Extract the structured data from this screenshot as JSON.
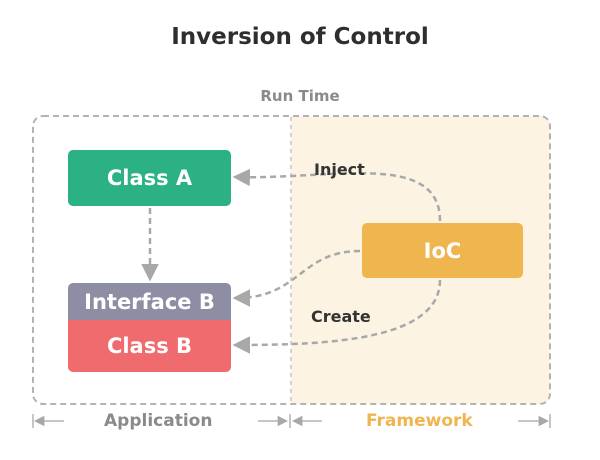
{
  "title": "Inversion of Control",
  "region_label": "Run Time",
  "nodes": {
    "class_a": "Class A",
    "interface_b": "Interface B",
    "class_b": "Class B",
    "ioc": "IoC"
  },
  "edges": {
    "inject": "Inject",
    "create": "Create"
  },
  "sections": {
    "application": "Application",
    "framework": "Framework"
  },
  "colors": {
    "class_a": "#2bb184",
    "interface_b": "#8d8ea3",
    "class_b": "#ef6b6e",
    "ioc": "#efb54e",
    "framework_bg": "#fcf3e3",
    "framework_text": "#efb54e",
    "line": "#a8a8a8"
  }
}
